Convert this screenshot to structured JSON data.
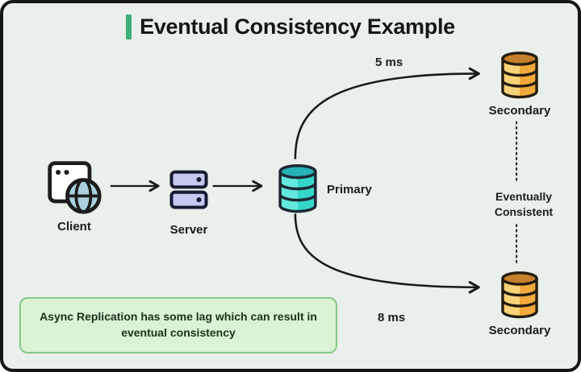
{
  "title": {
    "text": "Eventual Consistency Example"
  },
  "nodes": {
    "client": {
      "label": "Client"
    },
    "server": {
      "label": "Server"
    },
    "primary": {
      "label": "Primary"
    },
    "secondary_top": {
      "label": "Secondary"
    },
    "secondary_bottom": {
      "label": "Secondary"
    }
  },
  "edges": {
    "replication_top": {
      "label": "5 ms"
    },
    "replication_bottom": {
      "label": "8 ms"
    },
    "consistency_link": {
      "label": "Eventually Consistent"
    }
  },
  "note": {
    "text": "Async Replication has some lag which can result in eventual consistency"
  },
  "colors": {
    "background": "#e9efeb",
    "frame_border": "#161616",
    "accent_bar": "#3fae7c",
    "note_bg": "#d9f3d4",
    "note_border": "#85c985",
    "db_primary_top": "#27b2b5",
    "db_primary_body": "#35d6c9",
    "db_primary_hl": "#63e8dd",
    "db_secondary_top": "#c5802c",
    "db_secondary_body": "#f2a93c",
    "db_secondary_hl": "#f9d377",
    "server_fill": "#c4c9f0",
    "globe_fill": "#a9d2de",
    "outline": "#1c2733"
  }
}
